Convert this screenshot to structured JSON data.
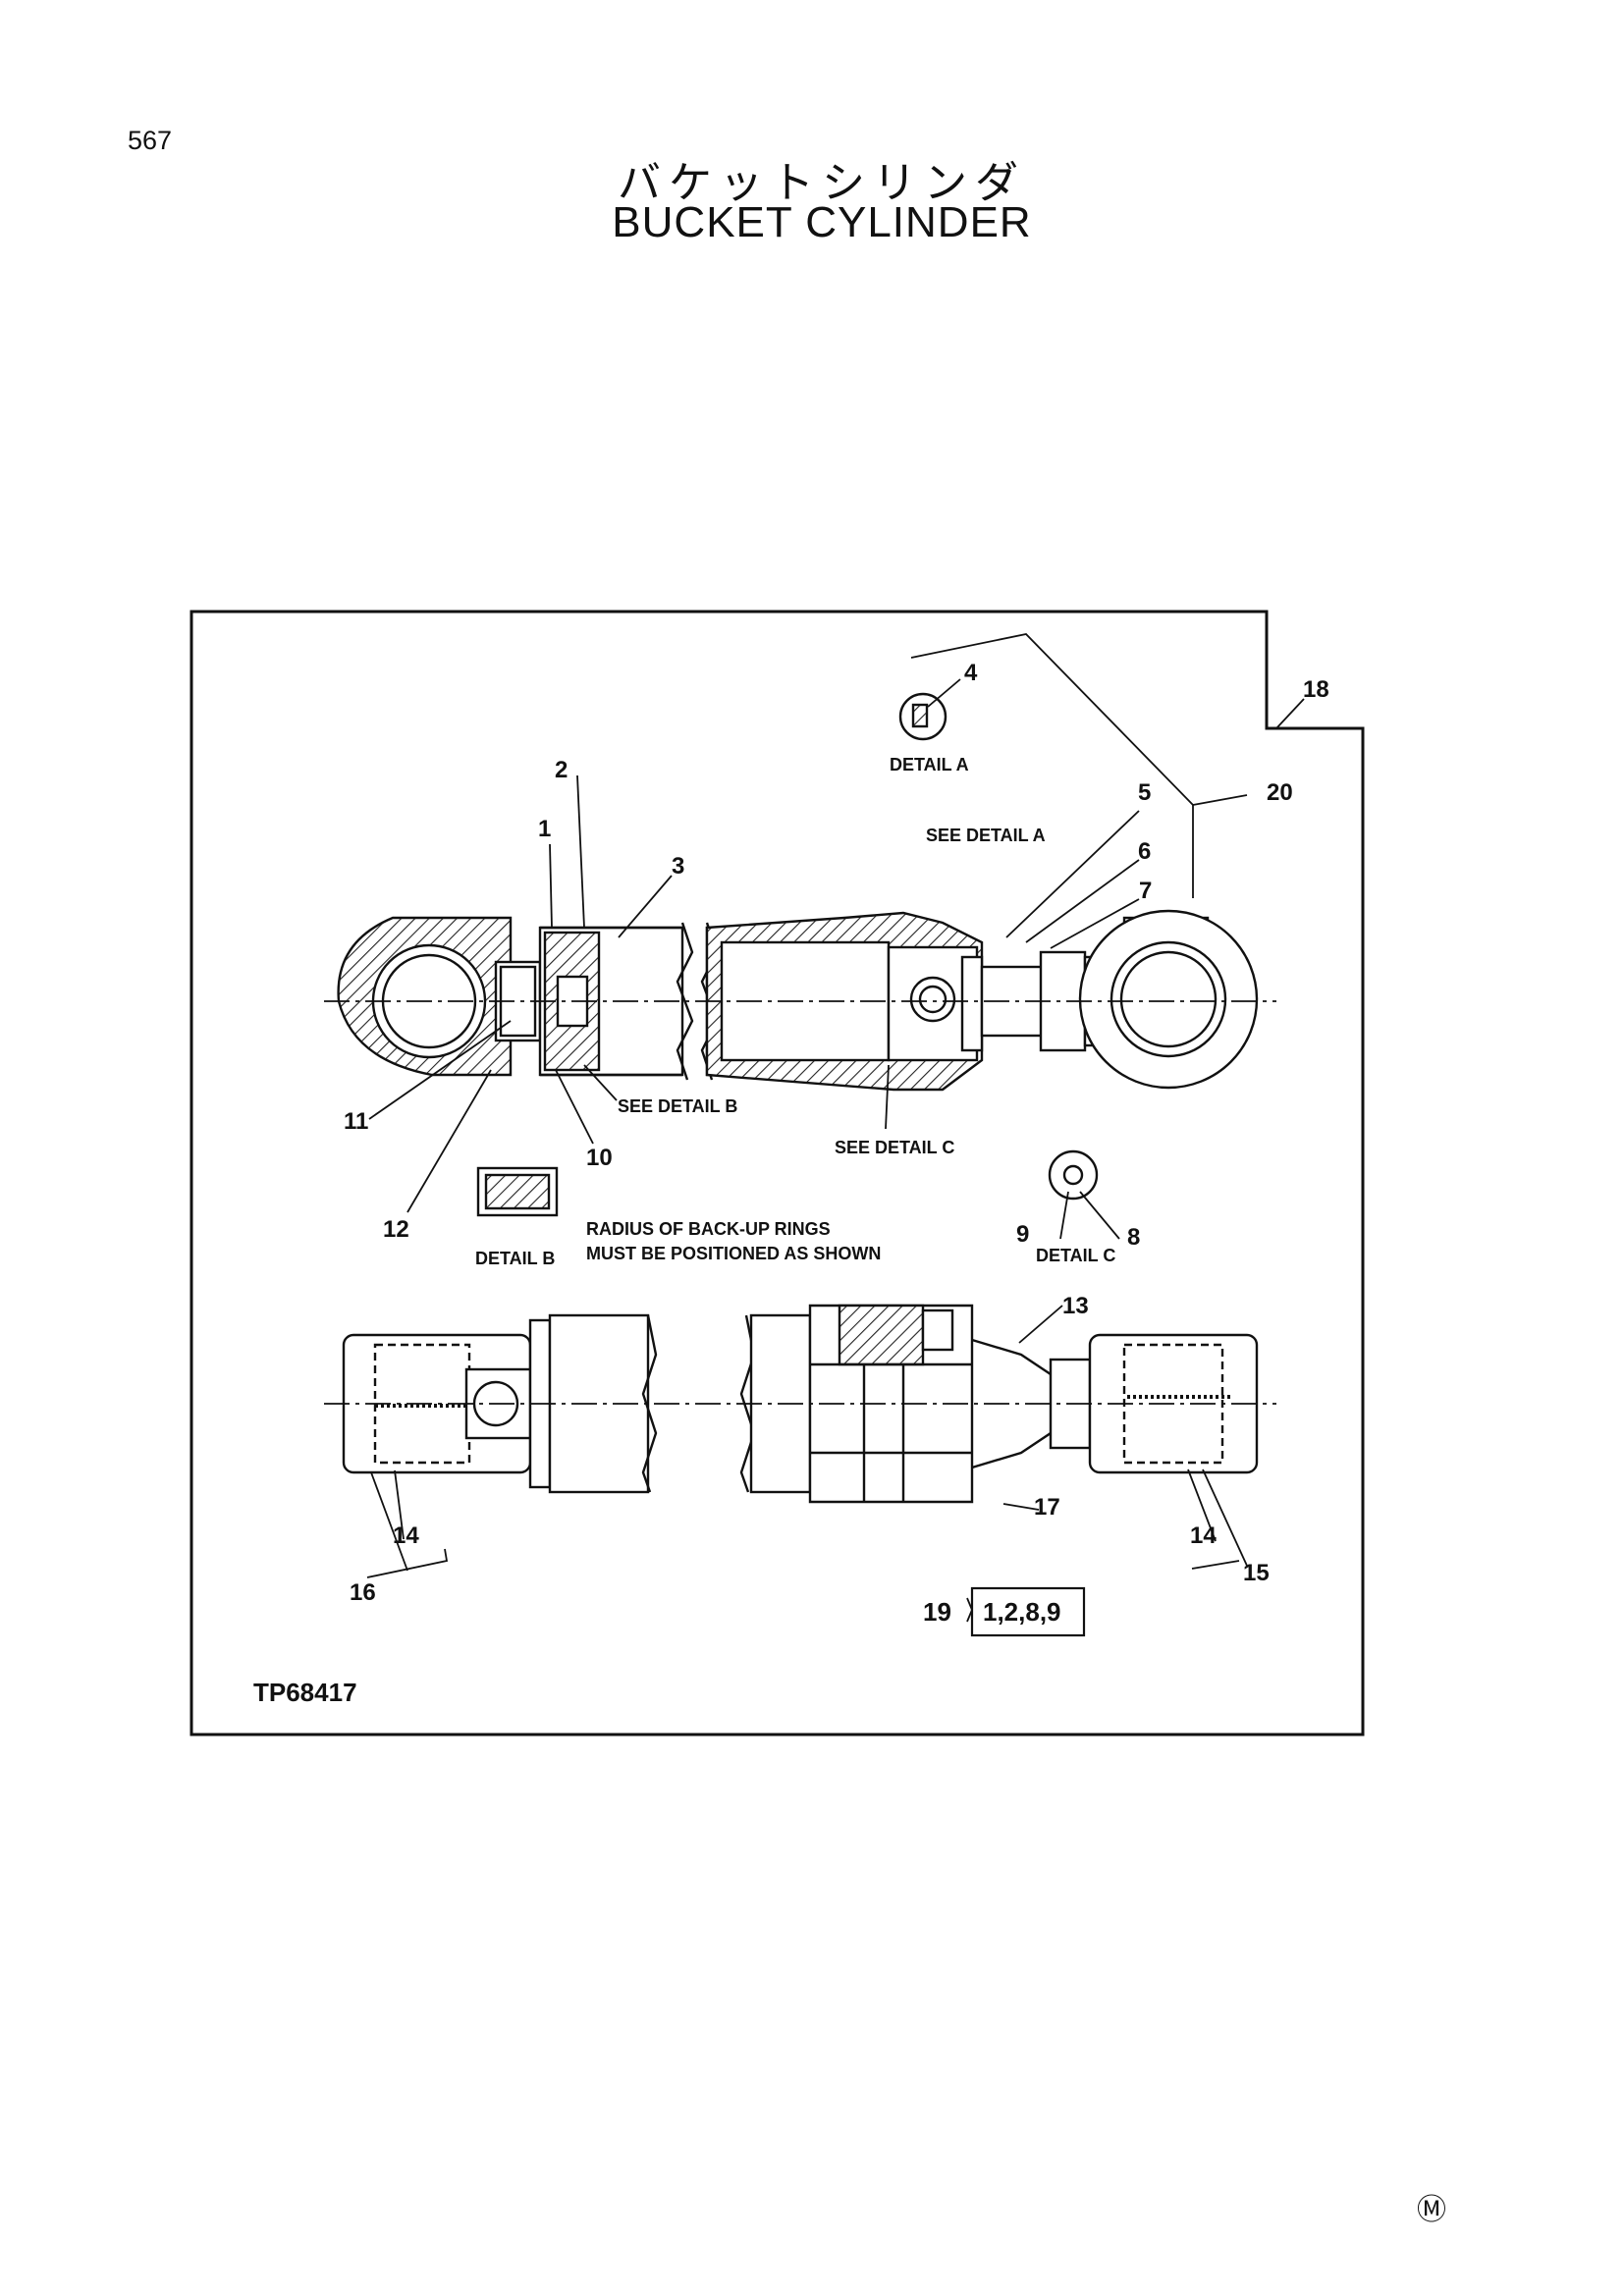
{
  "page": {
    "number": "567",
    "title_jp": "バケットシリンダ",
    "title_en": "BUCKET  CYLINDER",
    "figure_id": "TP68417",
    "manufacturer_mark": "Ⓜ"
  },
  "diagram": {
    "callouts": {
      "c1": "1",
      "c2": "2",
      "c3": "3",
      "c4": "4",
      "c5": "5",
      "c6": "6",
      "c7": "7",
      "c8": "8",
      "c9": "9",
      "c10": "10",
      "c11": "11",
      "c12": "12",
      "c13": "13",
      "c14a": "14",
      "c14b": "14",
      "c15": "15",
      "c16": "16",
      "c17": "17",
      "c18": "18",
      "c19": "19",
      "c20": "20"
    },
    "labels": {
      "detail_a": "DETAIL A",
      "detail_b": "DETAIL B",
      "detail_c": "DETAIL C",
      "see_detail_a": "SEE DETAIL A",
      "see_detail_b": "SEE DETAIL B",
      "see_detail_c": "SEE DETAIL C",
      "note_line1": "RADIUS OF BACK-UP RINGS",
      "note_line2": "MUST BE POSITIONED AS SHOWN",
      "kit_items": "1,2,8,9"
    }
  }
}
